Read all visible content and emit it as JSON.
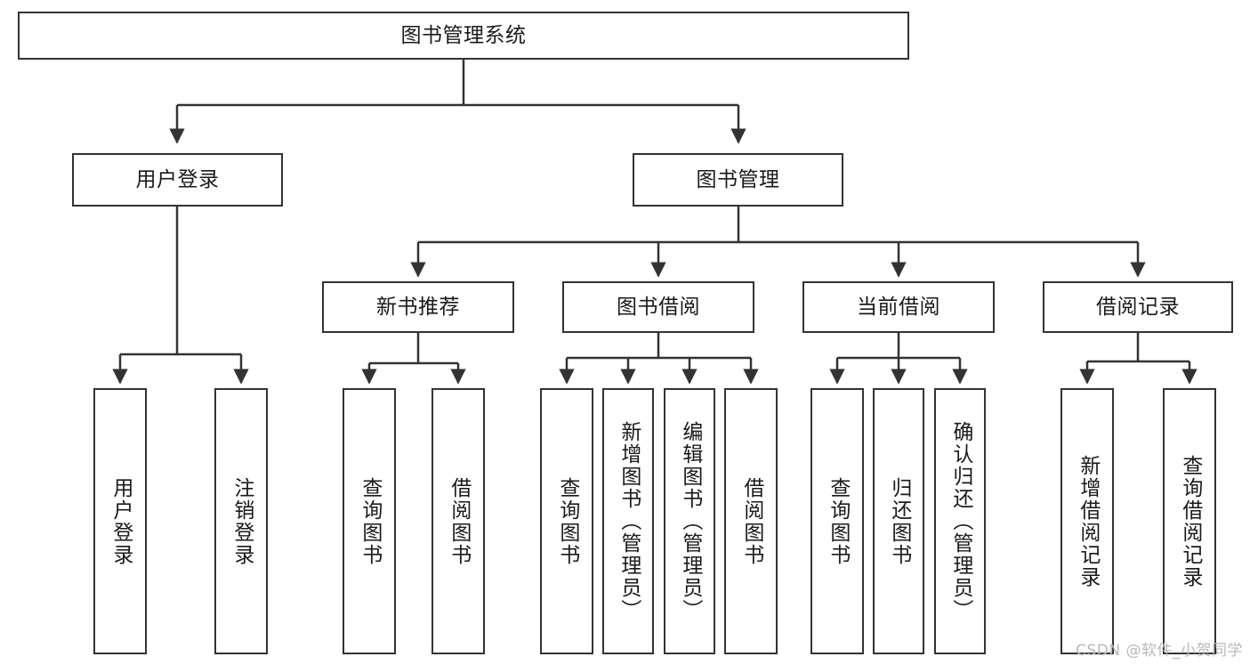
{
  "diagram": {
    "title": "图书管理系统",
    "type": "tree-hierarchy-diagram",
    "root": {
      "label": "图书管理系统"
    },
    "level2": [
      {
        "label": "用户登录"
      },
      {
        "label": "图书管理"
      }
    ],
    "level3": [
      {
        "label": "新书推荐"
      },
      {
        "label": "图书借阅"
      },
      {
        "label": "当前借阅"
      },
      {
        "label": "借阅记录"
      }
    ],
    "leaves_user_login": [
      {
        "label": "用户登录"
      },
      {
        "label": "注销登录"
      }
    ],
    "leaves_new_book": [
      {
        "label": "查询图书"
      },
      {
        "label": "借阅图书"
      }
    ],
    "leaves_book_borrow": [
      {
        "label": "查询图书"
      },
      {
        "label": "新增图书（管理员）"
      },
      {
        "label": "编辑图书（管理员）"
      },
      {
        "label": "借阅图书"
      }
    ],
    "leaves_current_borrow": [
      {
        "label": "查询图书"
      },
      {
        "label": "归还图书"
      },
      {
        "label": "确认归还（管理员）"
      }
    ],
    "leaves_borrow_record": [
      {
        "label": "新增借阅记录"
      },
      {
        "label": "查询借阅记录"
      }
    ]
  },
  "watermark": {
    "text": "CSDN @软件_小贺同学"
  },
  "colors": {
    "stroke": "#333333",
    "background": "#ffffff",
    "text": "#1a1a1a",
    "watermark": "#b9b9b9"
  }
}
